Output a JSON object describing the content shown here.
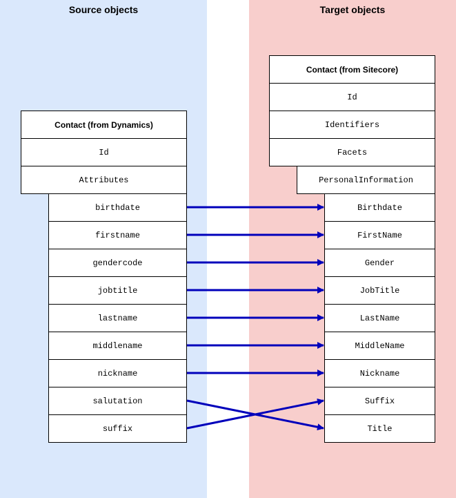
{
  "source": {
    "title": "Source objects",
    "header": "Contact (from Dynamics)",
    "top_fields": [
      "Id",
      "Attributes"
    ],
    "attributes": [
      "birthdate",
      "firstname",
      "gendercode",
      "jobtitle",
      "lastname",
      "middlename",
      "nickname",
      "salutation",
      "suffix"
    ]
  },
  "target": {
    "title": "Target objects",
    "header": "Contact (from Sitecore)",
    "top_fields": [
      "Id",
      "Identifiers",
      "Facets"
    ],
    "facet_group": "PersonalInformation",
    "fields": [
      "Birthdate",
      "FirstName",
      "Gender",
      "JobTitle",
      "LastName",
      "MiddleName",
      "Nickname",
      "Suffix",
      "Title"
    ]
  },
  "mappings": [
    {
      "from": "birthdate",
      "to": "Birthdate"
    },
    {
      "from": "firstname",
      "to": "FirstName"
    },
    {
      "from": "gendercode",
      "to": "Gender"
    },
    {
      "from": "jobtitle",
      "to": "JobTitle"
    },
    {
      "from": "lastname",
      "to": "LastName"
    },
    {
      "from": "middlename",
      "to": "MiddleName"
    },
    {
      "from": "nickname",
      "to": "Nickname"
    },
    {
      "from": "salutation",
      "to": "Title"
    },
    {
      "from": "suffix",
      "to": "Suffix"
    }
  ],
  "colors": {
    "source_panel": "#dae8fc",
    "target_panel": "#f8cecc",
    "arrow": "#0000bb"
  }
}
